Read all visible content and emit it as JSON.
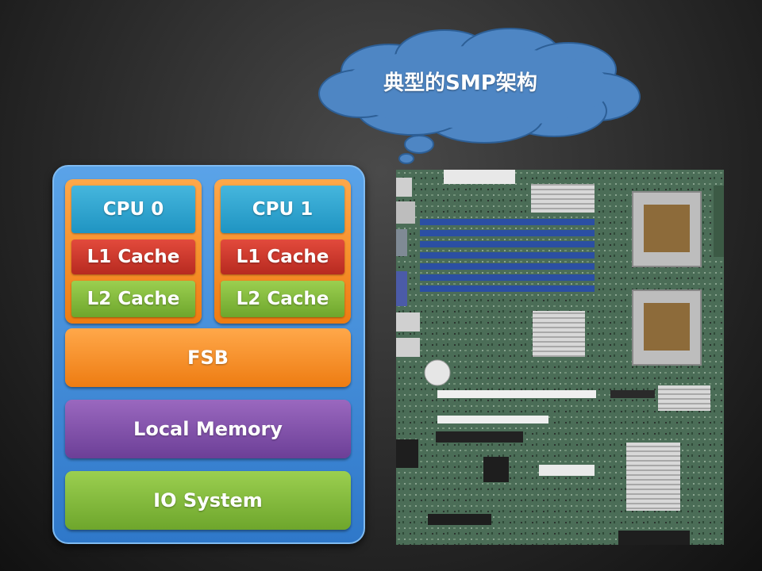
{
  "callout": {
    "text": "典型的SMP架构"
  },
  "cpus": [
    {
      "cpu": "CPU 0",
      "l1": "L1 Cache",
      "l2": "L2 Cache"
    },
    {
      "cpu": "CPU 1",
      "l1": "L1 Cache",
      "l2": "L2 Cache"
    }
  ],
  "bus": "FSB",
  "memory": "Local Memory",
  "io": "IO System",
  "colors": {
    "outer": "#3a86d6",
    "cpu": "#2ea4d0",
    "l1": "#c9352a",
    "l2": "#80b83a",
    "fsb": "#f08a20",
    "memory": "#7b4fa6",
    "io": "#80b83a",
    "cloud": "#4e86c4"
  }
}
